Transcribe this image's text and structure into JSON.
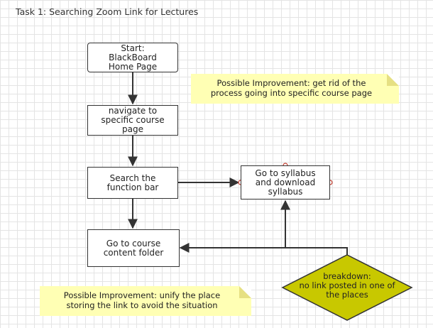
{
  "title": "Task 1: Searching Zoom Link for Lectures",
  "nodes": {
    "start": {
      "lines": [
        "Start:",
        "BlackBoard",
        "Home Page"
      ]
    },
    "navigate": {
      "lines": [
        "navigate to",
        "specific course",
        "page"
      ]
    },
    "search": {
      "lines": [
        "Search the",
        "function bar"
      ]
    },
    "syllabus": {
      "lines": [
        "Go to syllabus",
        "and download",
        "syllabus"
      ]
    },
    "content": {
      "lines": [
        "Go to course",
        "content folder"
      ]
    },
    "breakdown": {
      "lines": [
        "breakdown:",
        "no link posted in one of",
        "the places"
      ]
    }
  },
  "notes": {
    "top": {
      "lines": [
        "Possible Improvement: get rid of the",
        "process going into specific course page"
      ]
    },
    "bottom": {
      "lines": [
        "Possible Improvement: unify the place",
        "storing the link to avoid the situation"
      ]
    }
  },
  "colors": {
    "decision_fill": "#c8c800",
    "note_fill": "#ffffb4",
    "stroke": "#333333",
    "connector_point": "#c0392b"
  }
}
